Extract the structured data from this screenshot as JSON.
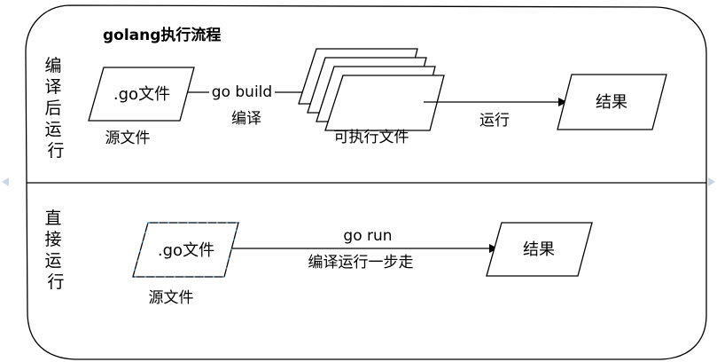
{
  "diagram": {
    "title": "golang执行流程",
    "sections": {
      "compile": {
        "side_label": [
          "编",
          "译",
          "后",
          "运",
          "行"
        ],
        "source_box": ".go文件",
        "source_caption": "源文件",
        "build_cmd": "go build",
        "build_caption": "编译",
        "exe_caption": "可执行文件",
        "run_caption": "运行",
        "result_box": "结果"
      },
      "direct": {
        "side_label": [
          "直",
          "接",
          "运",
          "行"
        ],
        "source_box": ".go文件",
        "source_caption": "源文件",
        "run_cmd": "go run",
        "run_caption": "编译运行一步走",
        "result_box": "结果"
      }
    },
    "colors": {
      "stroke": "#000000",
      "selection_handles": "#3b8fe0",
      "edge_marker": "#c9d6e8"
    }
  }
}
